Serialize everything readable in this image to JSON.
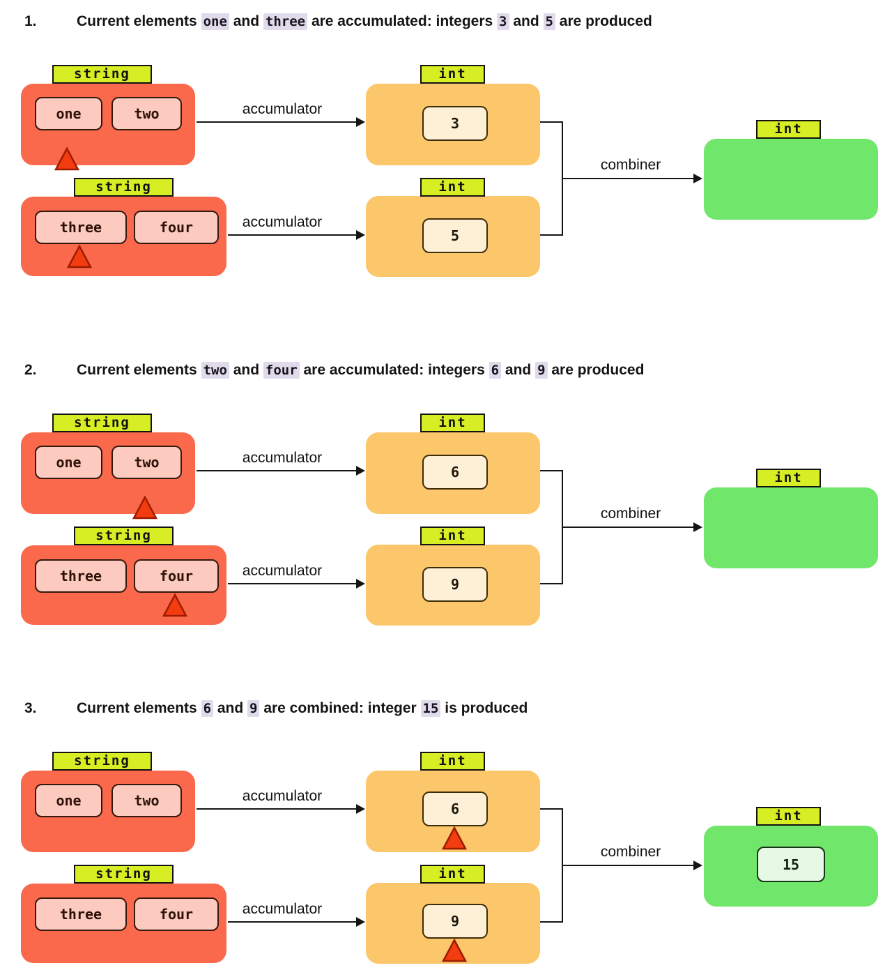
{
  "colors": {
    "source_box": "#fa694c",
    "accumulated_box": "#fbc76a",
    "result_box": "#70e76b",
    "type_tag_bg": "#d8ee24",
    "element_cell_bg": "#fccabf",
    "value_cell_bg": "#fdf0d6",
    "result_cell_bg": "#e6f9e4",
    "pointer_triangle": "#f33c10",
    "heading_code_highlight": "#e0daea"
  },
  "sections": [
    {
      "number": "1.",
      "heading": [
        {
          "text": "Current elements "
        },
        {
          "text": "one"
        },
        {
          "text": " and "
        },
        {
          "text": "three"
        },
        {
          "text": " are accumulated: integers "
        },
        {
          "text": "3"
        },
        {
          "text": " and "
        },
        {
          "text": "5"
        },
        {
          "text": " are produced"
        }
      ],
      "source_a": {
        "type": "string",
        "elements": [
          "one",
          "two"
        ],
        "pointer_under": "one"
      },
      "source_b": {
        "type": "string",
        "elements": [
          "three",
          "four"
        ],
        "pointer_under": "three"
      },
      "labels": {
        "accumulator_a": "accumulator",
        "accumulator_b": "accumulator",
        "combiner": "combiner"
      },
      "acc_a": {
        "type": "int",
        "value": "3"
      },
      "acc_b": {
        "type": "int",
        "value": "5"
      },
      "result": {
        "type": "int"
      }
    },
    {
      "number": "2.",
      "heading": [
        {
          "text": "Current elements "
        },
        {
          "text": "two"
        },
        {
          "text": " and "
        },
        {
          "text": "four"
        },
        {
          "text": " are accumulated: integers "
        },
        {
          "text": "6"
        },
        {
          "text": " and "
        },
        {
          "text": "9"
        },
        {
          "text": " are produced"
        }
      ],
      "source_a": {
        "type": "string",
        "elements": [
          "one",
          "two"
        ],
        "pointer_under": "two"
      },
      "source_b": {
        "type": "string",
        "elements": [
          "three",
          "four"
        ],
        "pointer_under": "four"
      },
      "labels": {
        "accumulator_a": "accumulator",
        "accumulator_b": "accumulator",
        "combiner": "combiner"
      },
      "acc_a": {
        "type": "int",
        "value": "6"
      },
      "acc_b": {
        "type": "int",
        "value": "9"
      },
      "result": {
        "type": "int"
      }
    },
    {
      "number": "3.",
      "heading": [
        {
          "text": "Current elements "
        },
        {
          "text": "6"
        },
        {
          "text": " and "
        },
        {
          "text": "9"
        },
        {
          "text": " are combined: integer "
        },
        {
          "text": "15"
        },
        {
          "text": " is produced"
        }
      ],
      "source_a": {
        "type": "string",
        "elements": [
          "one",
          "two"
        ],
        "pointer_under": null
      },
      "source_b": {
        "type": "string",
        "elements": [
          "three",
          "four"
        ],
        "pointer_under": null
      },
      "labels": {
        "accumulator_a": "accumulator",
        "accumulator_b": "accumulator",
        "combiner": "combiner"
      },
      "acc_a": {
        "type": "int",
        "value": "6",
        "pointer": true
      },
      "acc_b": {
        "type": "int",
        "value": "9",
        "pointer": true
      },
      "result": {
        "type": "int",
        "value": "15"
      }
    }
  ]
}
